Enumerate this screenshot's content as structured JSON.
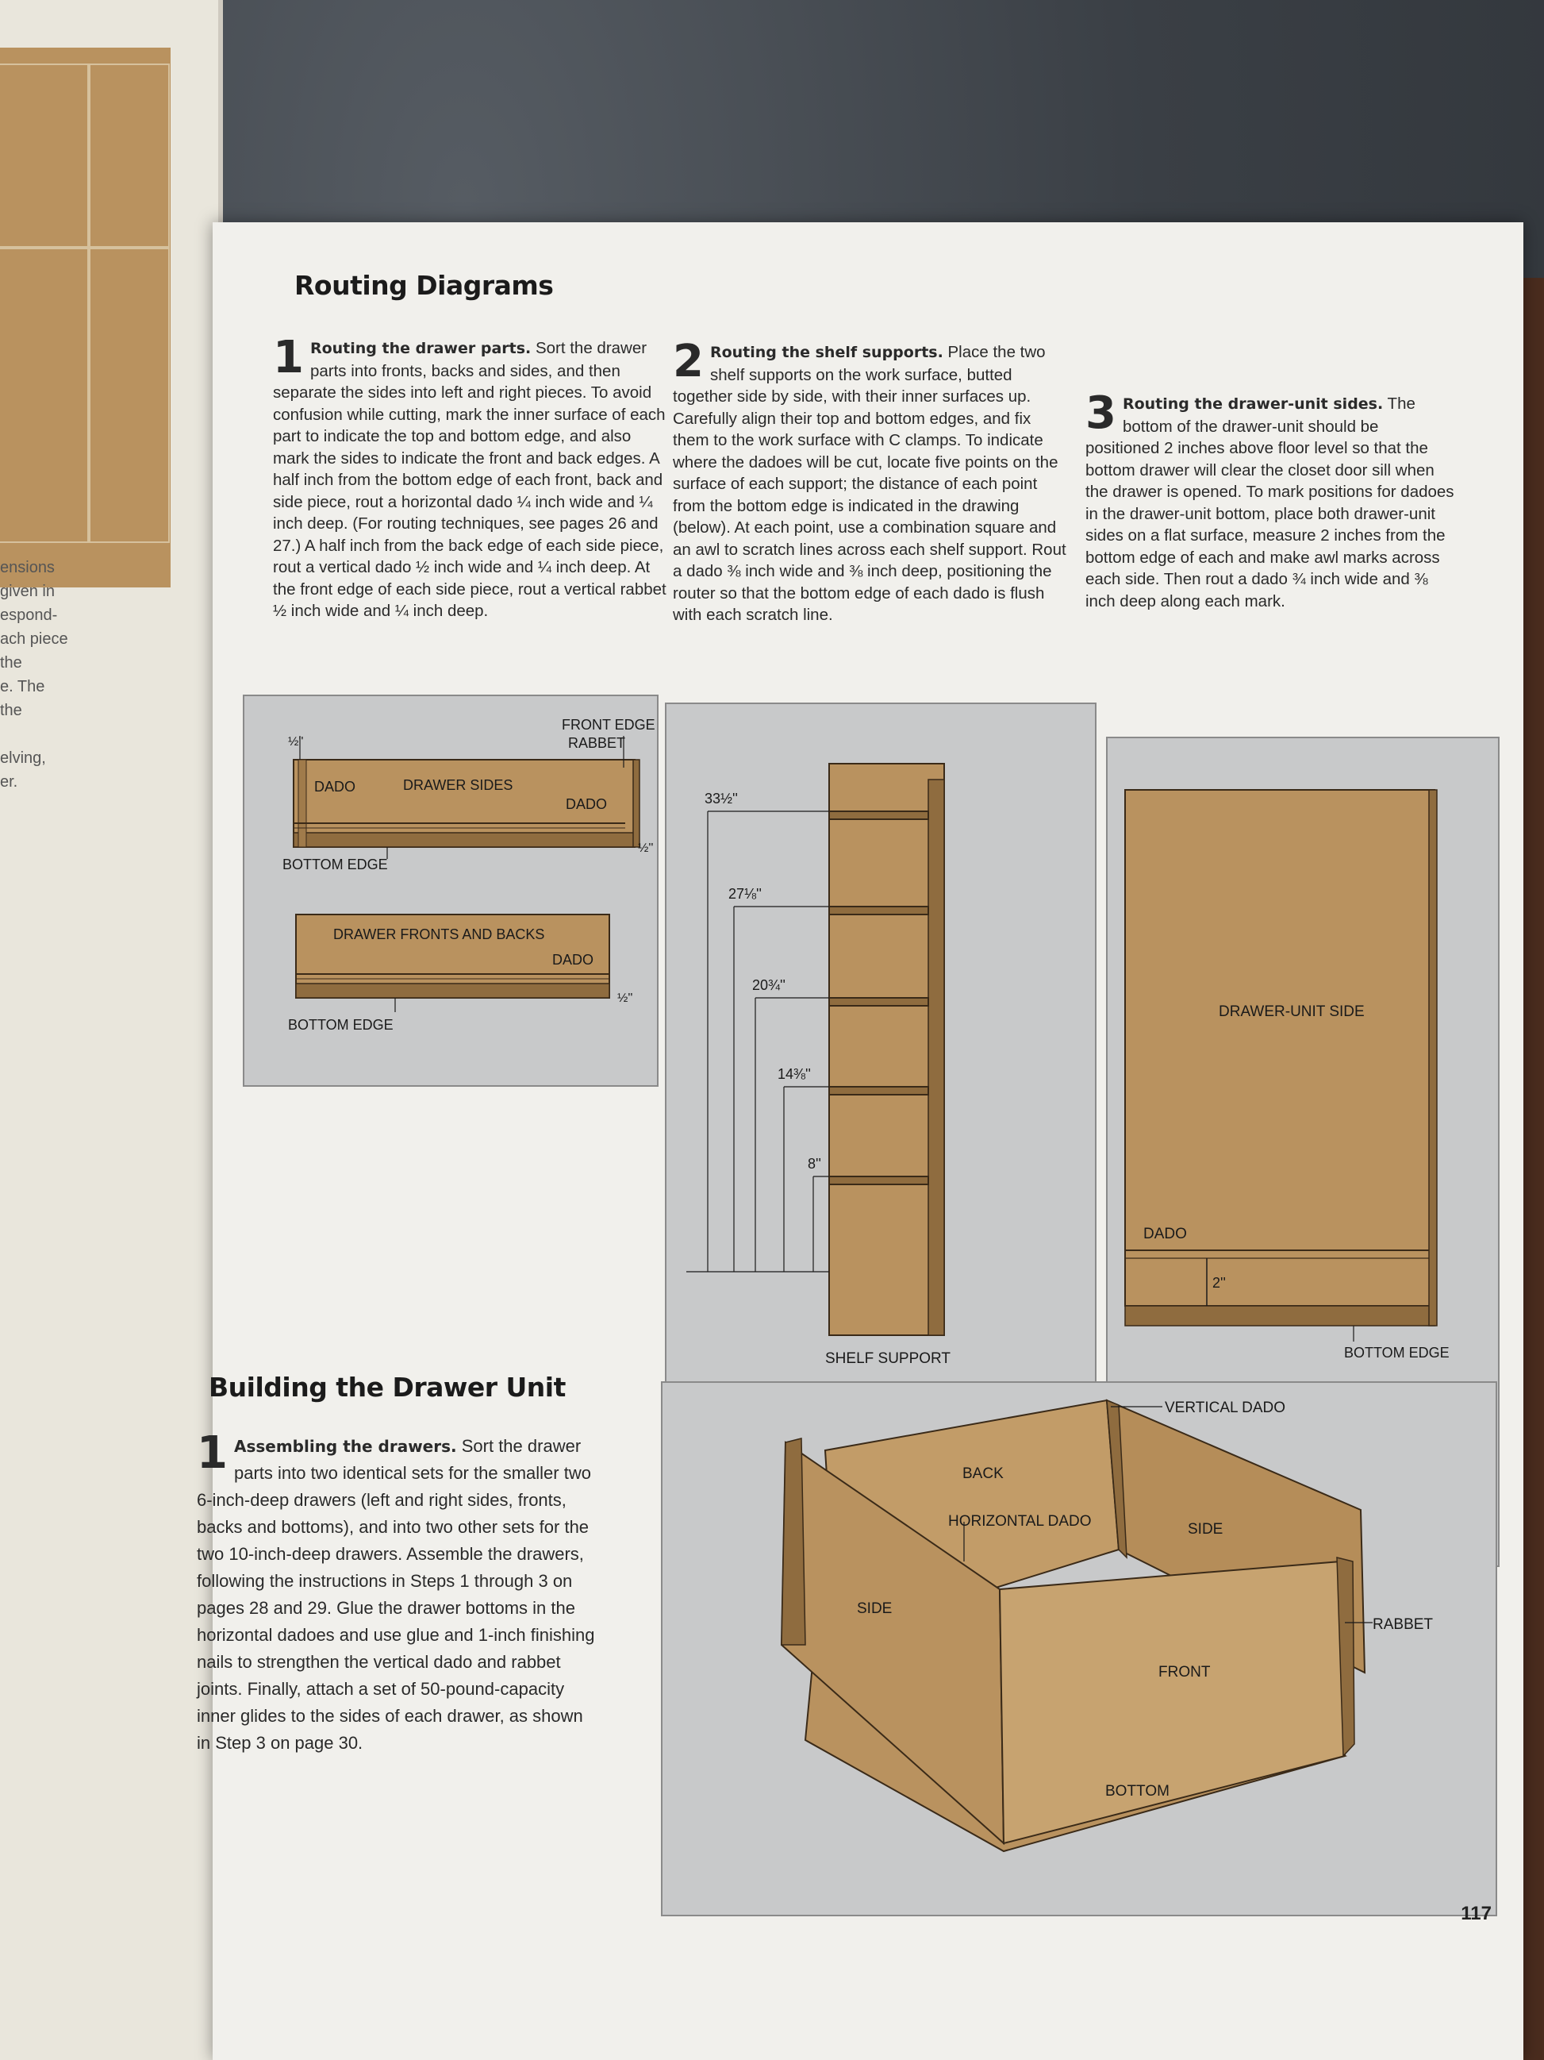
{
  "page": {
    "number": "117"
  },
  "left_page": {
    "fragments": [
      "ensions",
      "given in",
      "espond-",
      "ach piece",
      "the",
      "e. The",
      "the",
      "elving,",
      "er."
    ]
  },
  "routing": {
    "heading": "Routing Diagrams",
    "step1": {
      "num": "1",
      "lead": "Routing the drawer parts.",
      "body": " Sort the drawer parts into fronts, backs and sides, and then separate the sides into left and right pieces. To avoid confusion while cutting, mark the inner surface of each part to indicate the top and bottom edge, and also mark the sides to indicate the front and back edges. A half inch from the bottom edge of each front, back and side piece, rout a horizontal dado ¼ inch wide and ¼ inch deep. (For routing techniques, see pages 26 and 27.) A half inch from the back edge of each side piece, rout a vertical dado ½ inch wide and ¼ inch deep. At the front edge of each side piece, rout a vertical rabbet ½ inch wide and ¼ inch deep."
    },
    "step2": {
      "num": "2",
      "lead": "Routing the shelf supports.",
      "body": " Place the two shelf supports on the work surface, butted together side by side, with their inner surfaces up. Carefully align their top and bottom edges, and fix them to the work surface with C clamps. To indicate where the dadoes will be cut, locate five points on the surface of each support; the distance of each point from the bottom edge is indicated in the drawing (below). At each point, use a combination square and an awl to scratch lines across each shelf support. Rout a dado ⅜ inch wide and ⅜ inch deep, positioning the router so that the bottom edge of each dado is flush with each scratch line."
    },
    "step3": {
      "num": "3",
      "lead": "Routing the drawer-unit sides.",
      "body": " The bottom of the drawer-unit should be positioned 2 inches above floor level so that the bottom drawer will clear the closet door sill when the drawer is opened. To mark positions for dadoes in the drawer-unit bottom, place both drawer-unit sides on a flat surface, measure 2 inches from the bottom edge of each and make awl marks across each side. Then rout a dado ¾ inch wide and ⅜ inch deep along each mark."
    }
  },
  "diagram1": {
    "front_edge": "FRONT EDGE",
    "rabbet": "RABBET",
    "half_top": "½''",
    "dado_left": "DADO",
    "drawer_sides": "DRAWER SIDES",
    "dado_right": "DADO",
    "half_right": "½''",
    "bottom_edge_1": "BOTTOM EDGE",
    "drawer_fronts": "DRAWER FRONTS AND BACKS",
    "dado_2": "DADO",
    "half_2": "½''",
    "bottom_edge_2": "BOTTOM EDGE"
  },
  "diagram2": {
    "m1": "33½''",
    "m2": "27⅛''",
    "m3": "20¾''",
    "m4": "14⅜''",
    "m5": "8''",
    "label": "SHELF SUPPORT"
  },
  "diagram3": {
    "label": "DRAWER-UNIT SIDE",
    "dado": "DADO",
    "two": "2''",
    "bottom_edge": "BOTTOM EDGE"
  },
  "building": {
    "heading": "Building the Drawer Unit",
    "step1": {
      "num": "1",
      "lead": "Assembling the drawers.",
      "body": " Sort the drawer parts into two identical sets for the smaller two 6-inch-deep drawers (left and right sides, fronts, backs and bottoms), and into two other sets for the two 10-inch-deep drawers. Assemble the drawers, following the instructions in Steps 1 through 3 on pages 28 and 29. Glue the drawer bottoms in the horizontal dadoes and use glue and 1-inch finishing nails to strengthen the vertical dado and rabbet joints. Finally, attach a set of 50-pound-capacity inner glides to the sides of each drawer, as shown in Step 3 on page 30."
    }
  },
  "diagram4": {
    "vertical_dado": "VERTICAL DADO",
    "back": "BACK",
    "horizontal_dado": "HORIZONTAL DADO",
    "side_right": "SIDE",
    "side_left": "SIDE",
    "rabbet": "RABBET",
    "front": "FRONT",
    "bottom": "BOTTOM"
  },
  "colors": {
    "wood": "#b9925f",
    "wood_dark": "#8f6c3f",
    "panel": "#c8c9ca",
    "paper": "#f1f0ec"
  }
}
